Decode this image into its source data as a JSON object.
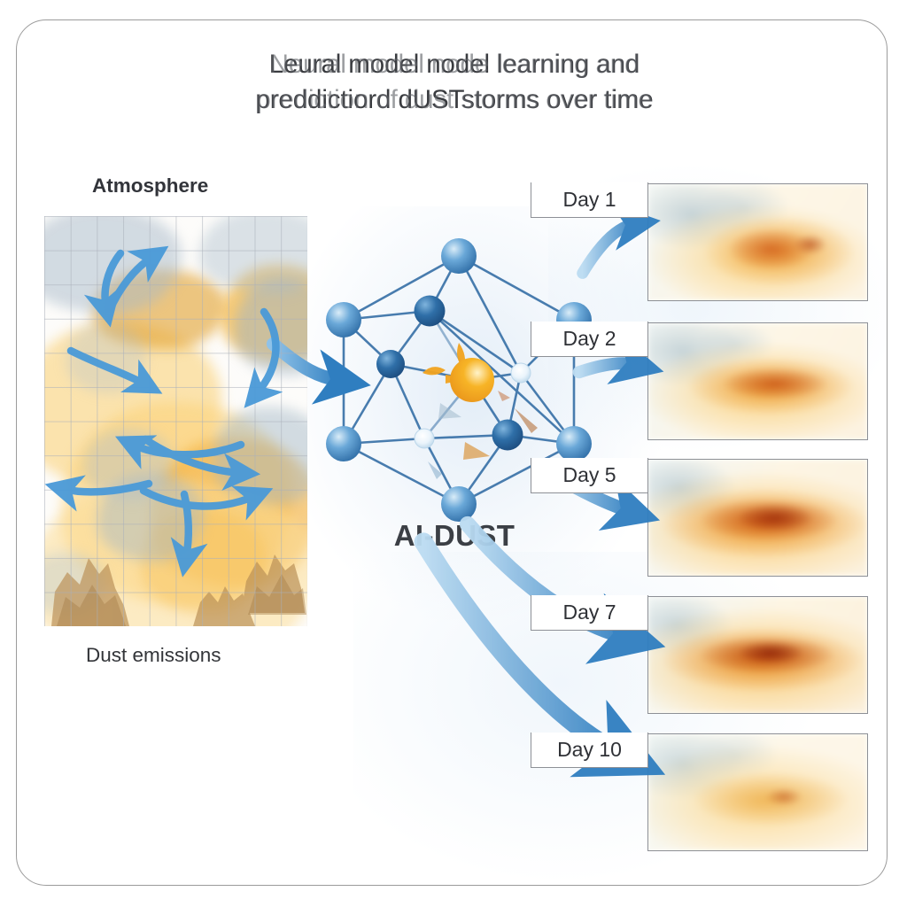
{
  "figure": {
    "title": {
      "line1": "Leural model nodel learning and",
      "line1_ghost": "Neural model node learning and",
      "line2": "preddictiord dUSTstorms over time",
      "line2_ghost": "prediction of dust storms over time"
    },
    "accent_colors": {
      "node_blue": "#3d7ebb",
      "node_blue_dark": "#1f4f83",
      "center_orange": "#f0a020",
      "arrow_blue": "#4a9ad8",
      "frame_gray": "#9b9b9b",
      "text_dark": "#33363b",
      "dust_warm": "#e8a53a",
      "dust_hot": "#c1491a",
      "dust_cool": "#a7bcc9"
    },
    "left_panel": {
      "title": "Atmosphere",
      "caption": "Dust emissions",
      "grid_cols": 10,
      "grid_rows": 12,
      "wind_arrows": 6
    },
    "center": {
      "model_label": "AI-DUST",
      "graph_nodes": 11,
      "highlight_node": "center-orange-node"
    },
    "forecasts": [
      {
        "label": "Day 1",
        "day": 1,
        "intensity": 0.45
      },
      {
        "label": "Day 2",
        "day": 2,
        "intensity": 0.58
      },
      {
        "label": "Day 5",
        "day": 5,
        "intensity": 0.82
      },
      {
        "label": "Day 7",
        "day": 7,
        "intensity": 0.92
      },
      {
        "label": "Day 10",
        "day": 10,
        "intensity": 0.55
      }
    ]
  }
}
